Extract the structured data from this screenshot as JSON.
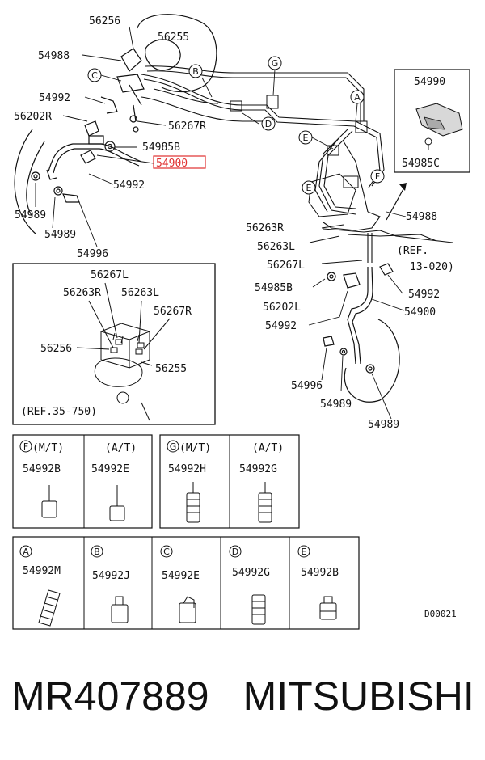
{
  "callouts": {
    "p56256": "56256",
    "p56255": "56255",
    "p54988a": "54988",
    "p54992a": "54992",
    "p56202R": "56202R",
    "p56267R": "56267R",
    "p54985B": "54985B",
    "p54900": "54900",
    "p54992b": "54992",
    "p54989a": "54989",
    "p54989b": "54989",
    "p54996": "54996",
    "p54990": "54990",
    "p54985C": "54985C",
    "p54988b": "54988",
    "p56263R": "56263R",
    "p56263L": "56263L",
    "p56267L": "56267L",
    "p54985B2": "54985B",
    "p56202L": "56202L",
    "p54992c": "54992",
    "p54992d": "54992",
    "p54900b": "54900",
    "p54996b": "54996",
    "p54989c": "54989",
    "p54989d": "54989",
    "ref1": "(REF.",
    "ref2": "13-020)"
  },
  "circle_letters": {
    "A": "A",
    "B": "B",
    "C": "C",
    "D": "D",
    "E": "E",
    "F": "F",
    "G": "G"
  },
  "inset_box": {
    "l1": "56267L",
    "l2": "56263R",
    "l3": "56263L",
    "l4": "56267R",
    "l5": "56256",
    "l6": "56255",
    "ref": "(REF.35-750)"
  },
  "clip_table_top": {
    "F": {
      "letter": "F",
      "mt": "(M/T)",
      "at": "(A/T)",
      "mt_part": "54992B",
      "at_part": "54992E"
    },
    "G": {
      "letter": "G",
      "mt": "(M/T)",
      "at": "(A/T)",
      "mt_part": "54992H",
      "at_part": "54992G"
    }
  },
  "clip_table_bottom": [
    {
      "letter": "A",
      "part": "54992M"
    },
    {
      "letter": "B",
      "part": "54992J"
    },
    {
      "letter": "C",
      "part": "54992E"
    },
    {
      "letter": "D",
      "part": "54992G"
    },
    {
      "letter": "E",
      "part": "54992B"
    }
  ],
  "diagram_code": "D00021",
  "footer": {
    "part_number": "MR407889",
    "brand": "MITSUBISHI"
  },
  "highlight_color": "#e03030"
}
